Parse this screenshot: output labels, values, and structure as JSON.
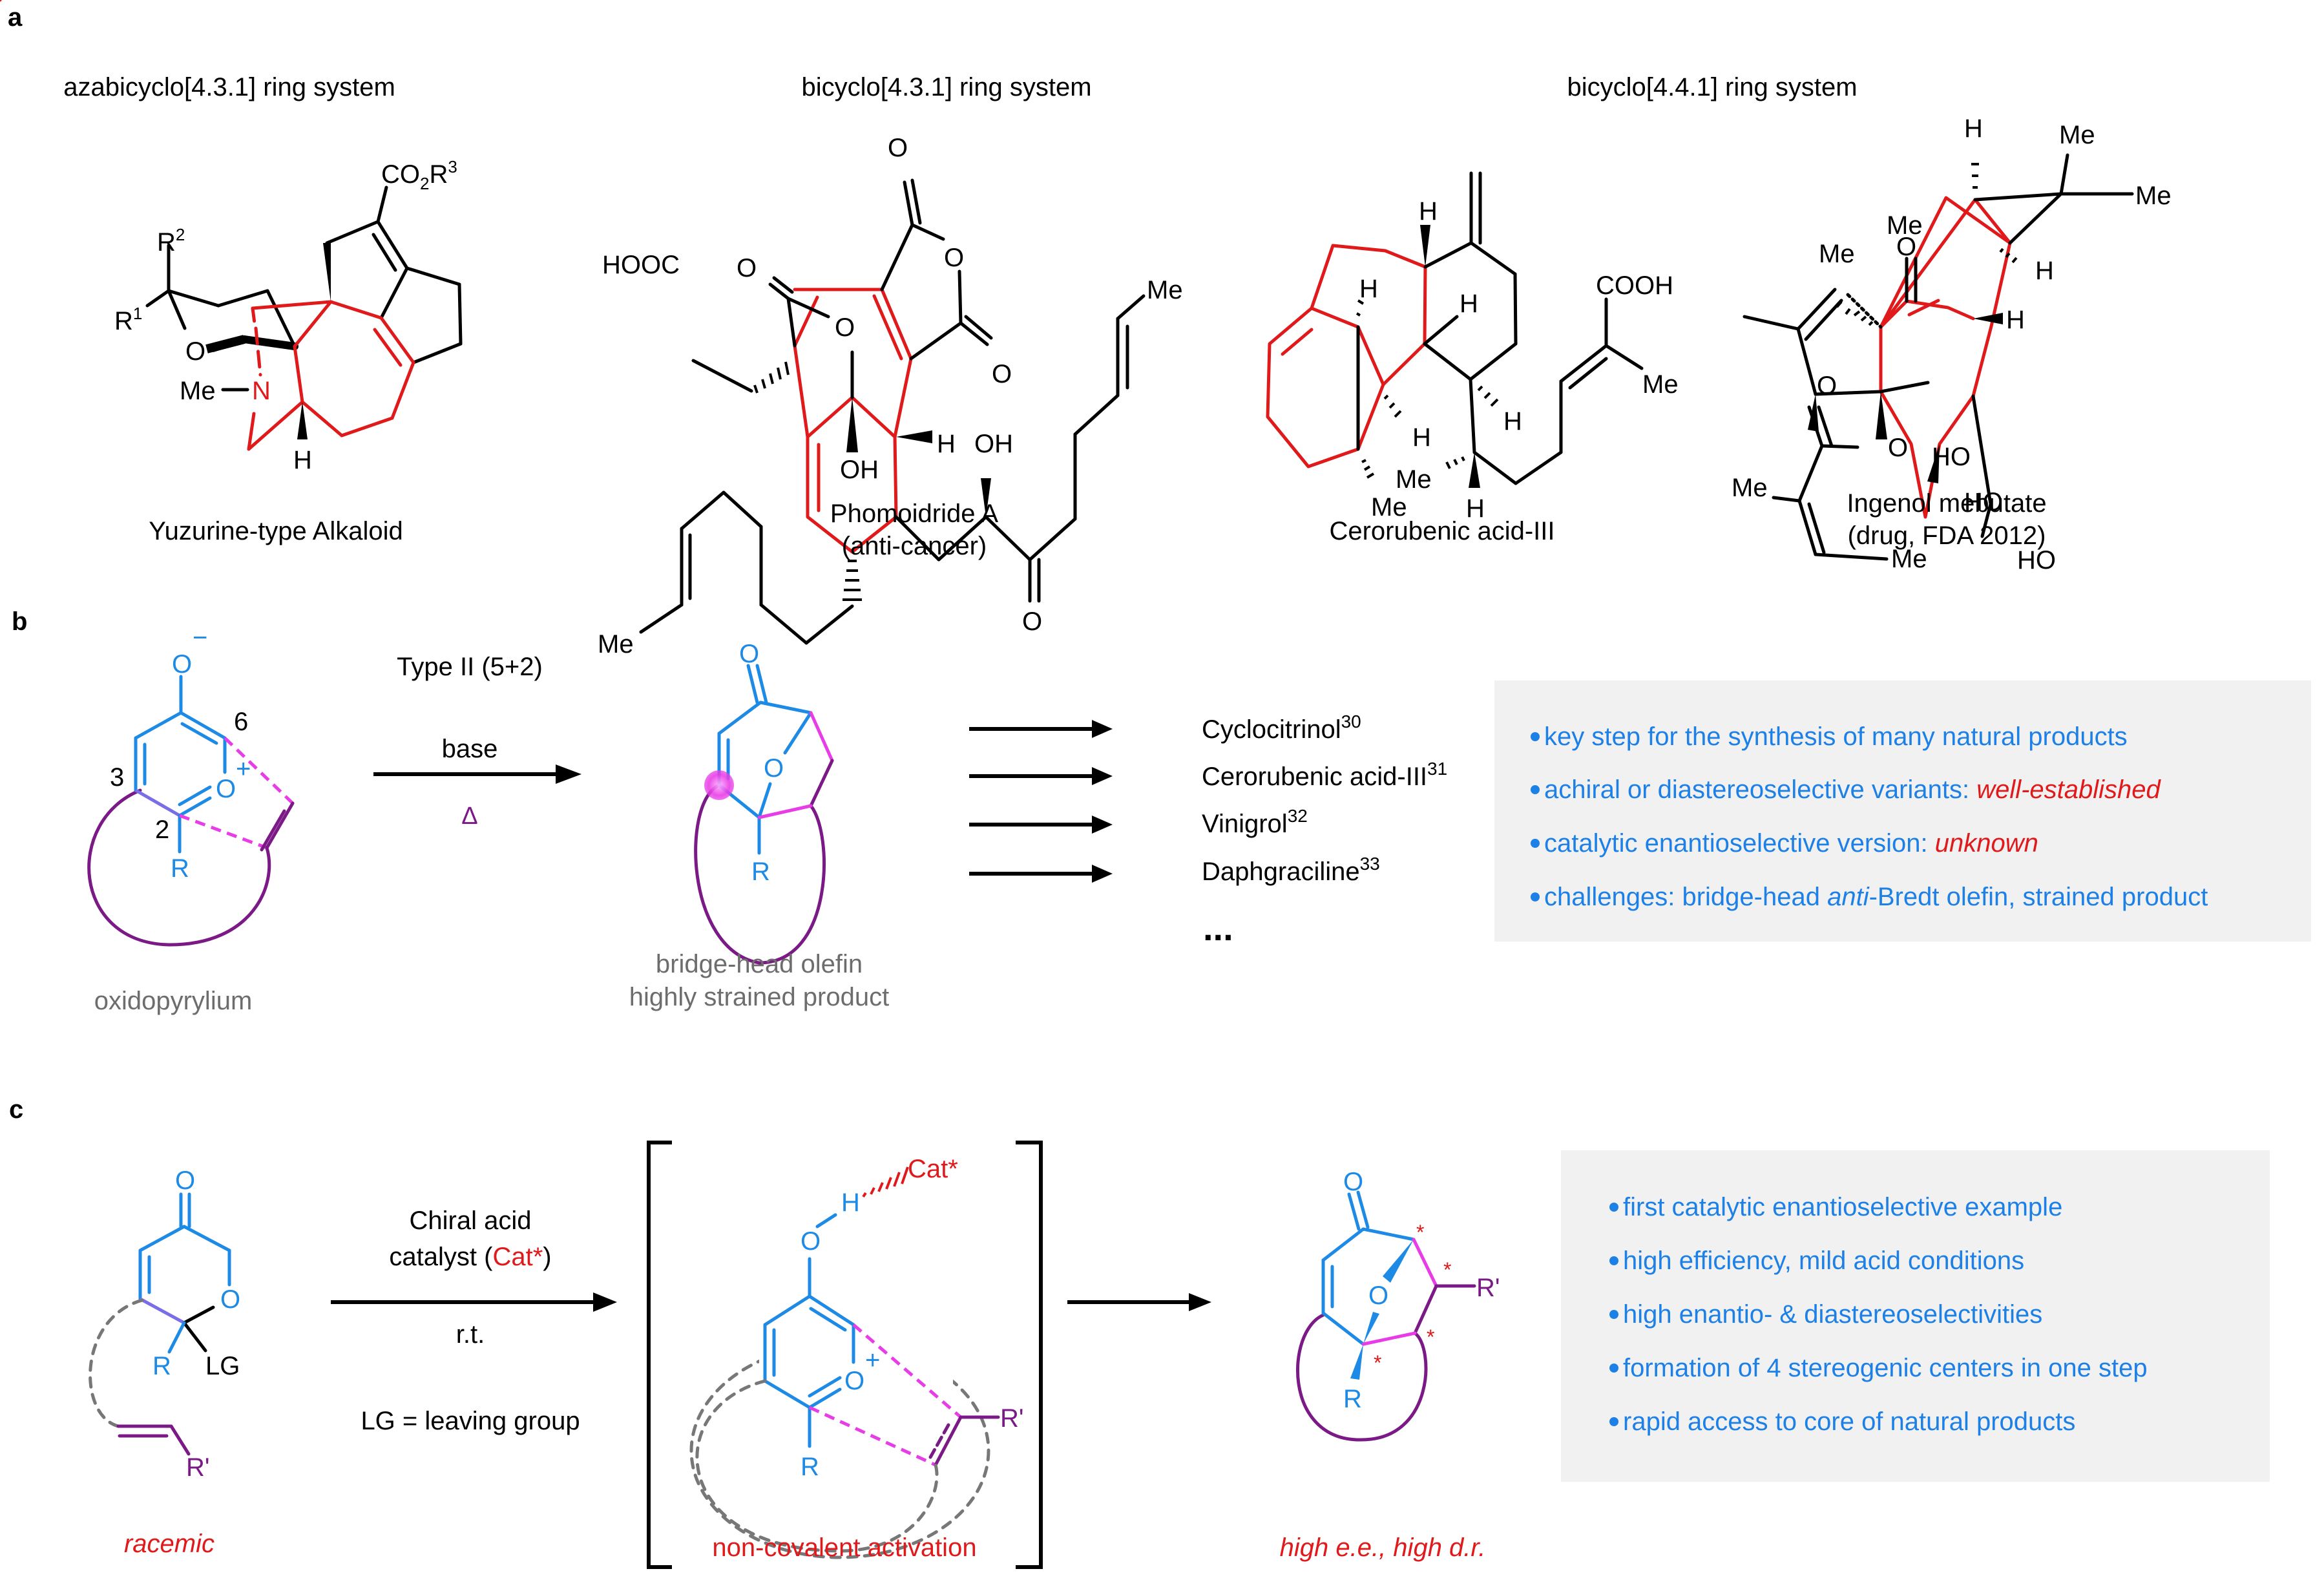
{
  "panels": {
    "a": {
      "label": "a",
      "headers": {
        "azabicyclo": "azabicyclo[4.3.1] ring system",
        "bicyclo431": "bicyclo[4.3.1] ring system",
        "bicyclo441": "bicyclo[4.4.1] ring system"
      },
      "compounds": [
        {
          "name": "Yuzurine-type Alkaloid",
          "note": ""
        },
        {
          "name": "Phomoidride A",
          "note": "(anti-cancer)"
        },
        {
          "name": "Cerorubenic acid-III",
          "note": ""
        },
        {
          "name": "Ingenol mebutate",
          "note": "(drug, FDA 2012)"
        }
      ],
      "atoms": {
        "yuz": {
          "r2": "R",
          "r2sup": "2",
          "r1": "R",
          "r1sup": "1",
          "o": "O",
          "me": "Me",
          "n": "N",
          "h": "H",
          "co2": "CO",
          "co2sub": "2",
          "co2r": "R",
          "co2sup": "3"
        },
        "pho": {
          "hooc": "HOOC",
          "o1": "O",
          "o2": "O",
          "o3": "O",
          "o4": "O",
          "o5": "O",
          "oh1": "OH",
          "h": "H",
          "oh2": "OH",
          "me1": "Me",
          "me2": "Me"
        },
        "cer": {
          "h1": "H",
          "h2": "H",
          "h3": "H",
          "h4": "H",
          "h5": "H",
          "h6": "H",
          "me1": "Me",
          "me2": "Me",
          "me3": "Me",
          "cooh": "COOH"
        },
        "ing": {
          "h1": "H",
          "me1": "Me",
          "me2": "Me",
          "me3": "Me",
          "o1": "O",
          "h2": "H",
          "me4": "Me",
          "h3": "H",
          "o2": "O",
          "o3": "O",
          "ho1": "HO",
          "me5": "Me",
          "ho2": "HO",
          "me6": "Me",
          "ho3": "HO"
        }
      }
    },
    "b": {
      "label": "b",
      "reactant_caption": "oxidopyrylium",
      "reaction_type": "Type II (5+2)",
      "reagent": "base",
      "condition": "Δ",
      "product_caption_1": "bridge-head olefin",
      "product_caption_2": "highly strained product",
      "atoms": {
        "o_minus": "O",
        "minus": "−",
        "o_plus": "O",
        "plus": "+",
        "r": "R",
        "pos6": "6",
        "pos3": "3",
        "pos2": "2",
        "prod_o1": "O",
        "prod_o2": "O",
        "prod_r": "R"
      },
      "targets": [
        {
          "name": "Cyclocitrinol",
          "ref": "30"
        },
        {
          "name": "Cerorubenic acid-III",
          "ref": "31"
        },
        {
          "name": "Vinigrol",
          "ref": "32"
        },
        {
          "name": "Daphgraciline",
          "ref": "33"
        }
      ],
      "ellipsis": "...",
      "notes": [
        {
          "text": "key step for the synthesis of many natural products",
          "emph": "",
          "emph_prefix": "",
          "suffix": ""
        },
        {
          "text": "achiral or diastereoselective variants: ",
          "emph": "well-established",
          "suffix": ""
        },
        {
          "text": "catalytic enantioselective version: ",
          "emph": "unknown",
          "suffix": ""
        },
        {
          "text": "challenges: bridge-head ",
          "emph_blue": "anti",
          "suffix": "-Bredt olefin, strained product"
        }
      ]
    },
    "c": {
      "label": "c",
      "reactant_caption": "racemic",
      "reagent_line1": "Chiral acid",
      "reagent_line2_pre": "catalyst (",
      "reagent_line2_cat": "Cat*",
      "reagent_line2_post": ")",
      "condition": "r.t.",
      "lg_def": "LG = leaving group",
      "intermediate_caption": "non-covalent activation",
      "product_caption": "high e.e., high d.r.",
      "atoms": {
        "o": "O",
        "o_ring": "O",
        "r": "R",
        "lg": "LG",
        "rp": "R'",
        "int_o": "O",
        "int_h": "H",
        "cat": "Cat*",
        "int_oplus": "O",
        "plus": "+",
        "int_r": "R",
        "int_rp": "R'",
        "prod_o": "O",
        "prod_obr": "O",
        "prod_rp": "R'",
        "prod_r": "R",
        "star": "*"
      },
      "notes": [
        "first catalytic enantioselective example",
        "high efficiency, mild acid conditions",
        "high enantio- & diastereoselectivities",
        "formation of 4 stereogenic centers in one step",
        "rapid access to core of natural products"
      ]
    }
  },
  "colors": {
    "highlight_red": "#e0191b",
    "blue": "#1d8ae6",
    "purple": "#7b1a86",
    "magenta": "#e83de6",
    "box_bg": "#f1f1f1",
    "caption_gray": "#6d6d6d"
  }
}
